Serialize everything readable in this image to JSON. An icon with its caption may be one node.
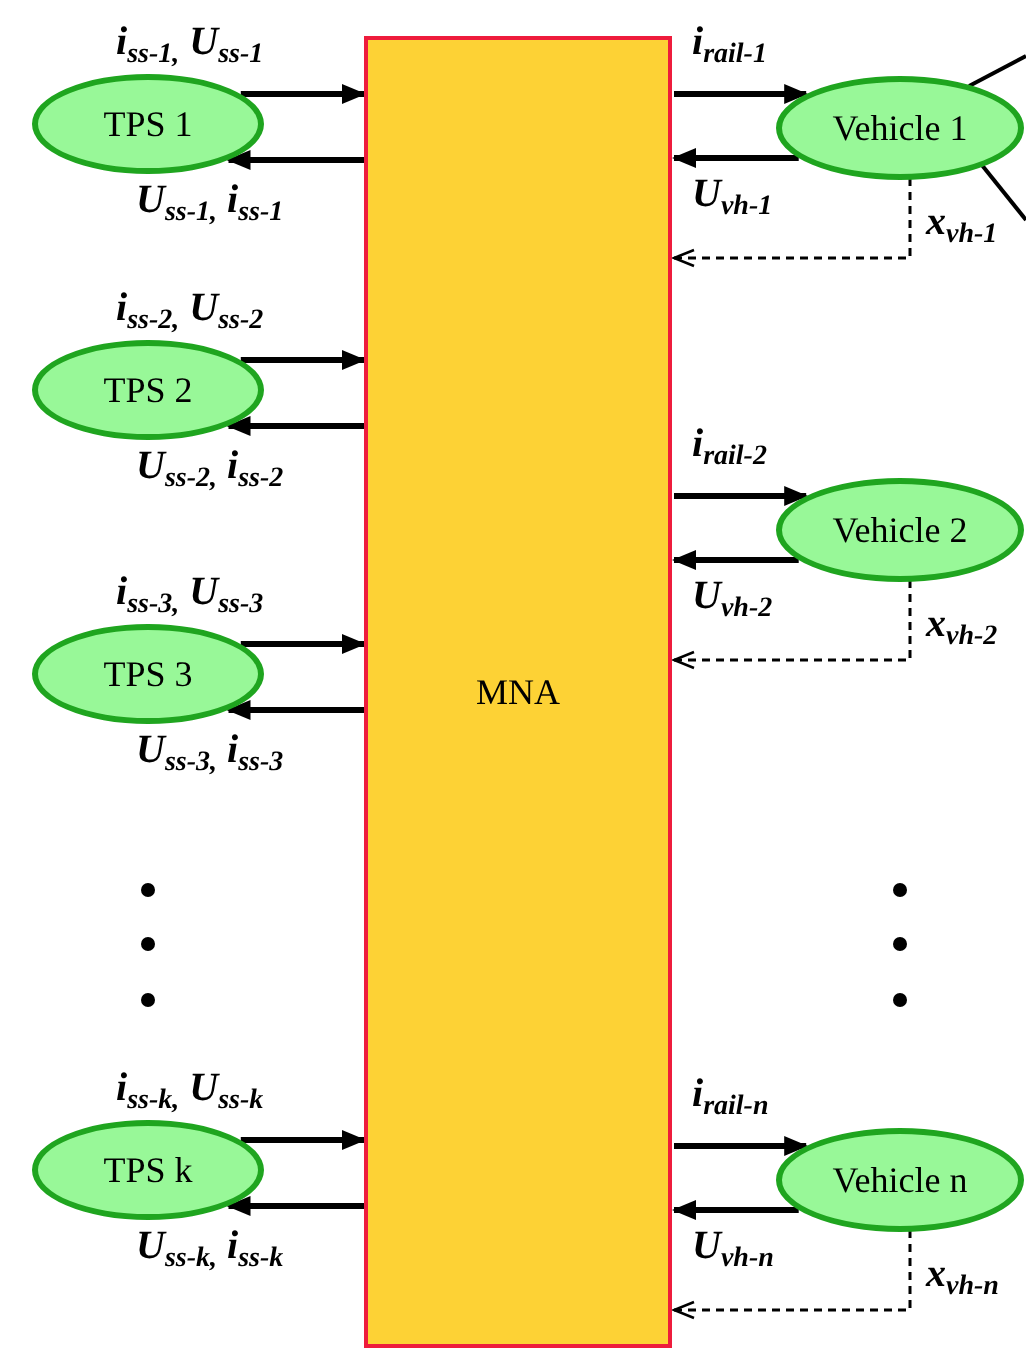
{
  "diagram": {
    "nodes": [
      {
        "text": [
          "TPS 1"
        ]
      },
      {
        "text": [
          "TPS 2"
        ]
      },
      {
        "text": [
          "TPS 3"
        ]
      },
      {
        "text": [
          "TPS k"
        ]
      },
      {
        "text": [
          "MNA"
        ]
      },
      {
        "text": [
          "Vehicle 1"
        ]
      },
      {
        "text": [
          "Vehicle 2"
        ]
      },
      {
        "text": [
          "Vehicle n"
        ]
      }
    ],
    "edges": [
      {
        "from": 0,
        "to": 4,
        "arrow": "to",
        "label": "i$_{ss-1,}$ U$_{ss-1}$"
      },
      {
        "from": 4,
        "to": 0,
        "arrow": "to",
        "label": "U$_{ss-1,}$ i$_{ss-1}$"
      },
      {
        "from": 1,
        "to": 4,
        "arrow": "to",
        "label": "i$_{ss-2,}$ U$_{ss-2}$"
      },
      {
        "from": 4,
        "to": 1,
        "arrow": "to",
        "label": "U$_{ss-2,}$ i$_{ss-2}$"
      },
      {
        "from": 2,
        "to": 4,
        "arrow": "to",
        "label": "i$_{ss-3,}$ U$_{ss-3}$"
      },
      {
        "from": 4,
        "to": 2,
        "arrow": "to",
        "label": "U$_{ss-3,}$ i$_{ss-3}$"
      },
      {
        "from": 3,
        "to": 4,
        "arrow": "to",
        "label": "i$_{ss-k,}$ U$_{ss-k}$"
      },
      {
        "from": 4,
        "to": 3,
        "arrow": "to",
        "label": "U$_{ss-k,}$ i$_{ss-k}$"
      },
      {
        "from": 4,
        "to": 5,
        "arrow": "to",
        "label": "i$_{rail-1}$"
      },
      {
        "from": 5,
        "to": 4,
        "arrow": "to",
        "label": "U$_{vh-1}$"
      },
      {
        "from": 5,
        "to": 4,
        "arrow": "to",
        "style": "dashed",
        "label": "x$_{vh-1}$"
      },
      {
        "from": 4,
        "to": 6,
        "arrow": "to",
        "label": "i$_{rail-2}$"
      },
      {
        "from": 6,
        "to": 4,
        "arrow": "to",
        "label": "U$_{vh-2}$"
      },
      {
        "from": 6,
        "to": 4,
        "arrow": "to",
        "style": "dashed",
        "label": "x$_{vh-2}$"
      },
      {
        "from": 4,
        "to": 7,
        "arrow": "to",
        "label": "i$_{rail-n}$"
      },
      {
        "from": 7,
        "to": 4,
        "arrow": "to",
        "label": "U$_{vh-n}$"
      },
      {
        "from": 7,
        "to": 4,
        "arrow": "to",
        "style": "dashed",
        "label": "x$_{vh-n}$"
      },
      {
        "from": 5,
        "to": null,
        "arrow": "none"
      },
      {
        "from": 5,
        "to": null,
        "arrow": "none"
      }
    ]
  }
}
